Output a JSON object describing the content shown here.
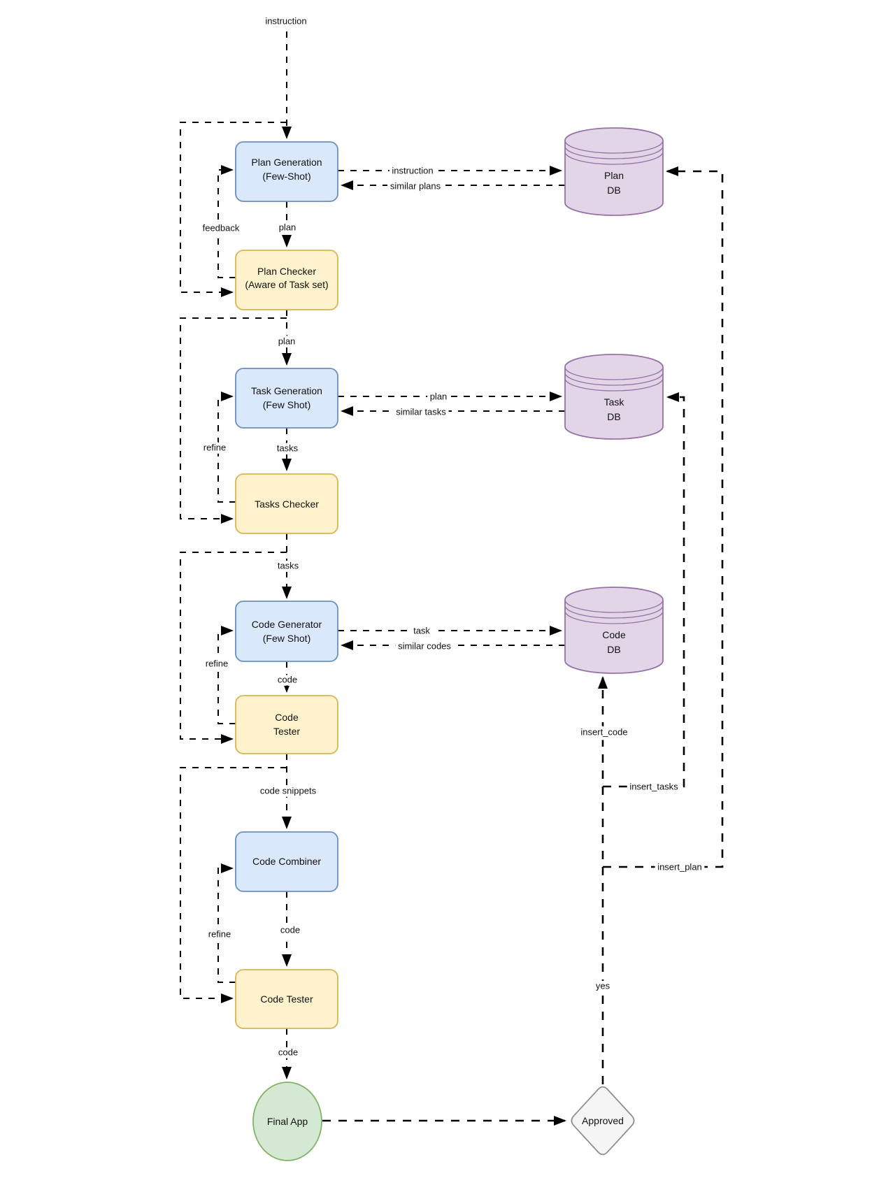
{
  "colors": {
    "process": "#dae8fc",
    "process_border": "#6c8ebf",
    "checker": "#fff2cc",
    "checker_border": "#d6b656",
    "db": "#e1d5e7",
    "db_border": "#9673a6",
    "final": "#d5e8d4",
    "final_border": "#82b366",
    "decision": "#f5f5f5",
    "decision_border": "#8f8f8f"
  },
  "nodes": {
    "plan_generation": {
      "line1": "Plan Generation",
      "line2": "(Few-Shot)"
    },
    "plan_checker": {
      "line1": "Plan Checker",
      "line2": "(Aware of Task set)"
    },
    "task_generation": {
      "line1": "Task Generation",
      "line2": "(Few Shot)"
    },
    "tasks_checker": {
      "line1": "Tasks Checker"
    },
    "code_generator": {
      "line1": "Code Generator",
      "line2": "(Few Shot)"
    },
    "code_tester_1": {
      "line1": "Code",
      "line2": "Tester"
    },
    "code_combiner": {
      "line1": "Code Combiner"
    },
    "code_tester_2": {
      "line1": "Code Tester"
    },
    "final_app": {
      "label": "Final App"
    },
    "approved": {
      "label": "Approved"
    },
    "plan_db": {
      "line1": "Plan",
      "line2": "DB"
    },
    "task_db": {
      "line1": "Task",
      "line2": "DB"
    },
    "code_db": {
      "line1": "Code",
      "line2": "DB"
    }
  },
  "labels": {
    "instruction_top": "instruction",
    "instruction_to_plan_db": "instruction",
    "similar_plans": "similar plans",
    "feedback": "feedback",
    "plan_to_checker": "plan",
    "plan_to_task_generation": "plan",
    "plan_to_task_db": "plan",
    "similar_tasks": "similar tasks",
    "refine_tasks": "refine",
    "tasks_to_checker": "tasks",
    "tasks_to_code_generator": "tasks",
    "task_to_code_db": "task",
    "similar_codes": "similar codes",
    "refine_code": "refine",
    "code_to_tester": "code",
    "code_snippets": "code snippets",
    "refine_combined": "refine",
    "code_to_tester2": "code",
    "code_to_final": "code",
    "yes": "yes",
    "insert_code": "insert_code",
    "insert_tasks": "insert_tasks",
    "insert_plan": "insert_plan"
  }
}
